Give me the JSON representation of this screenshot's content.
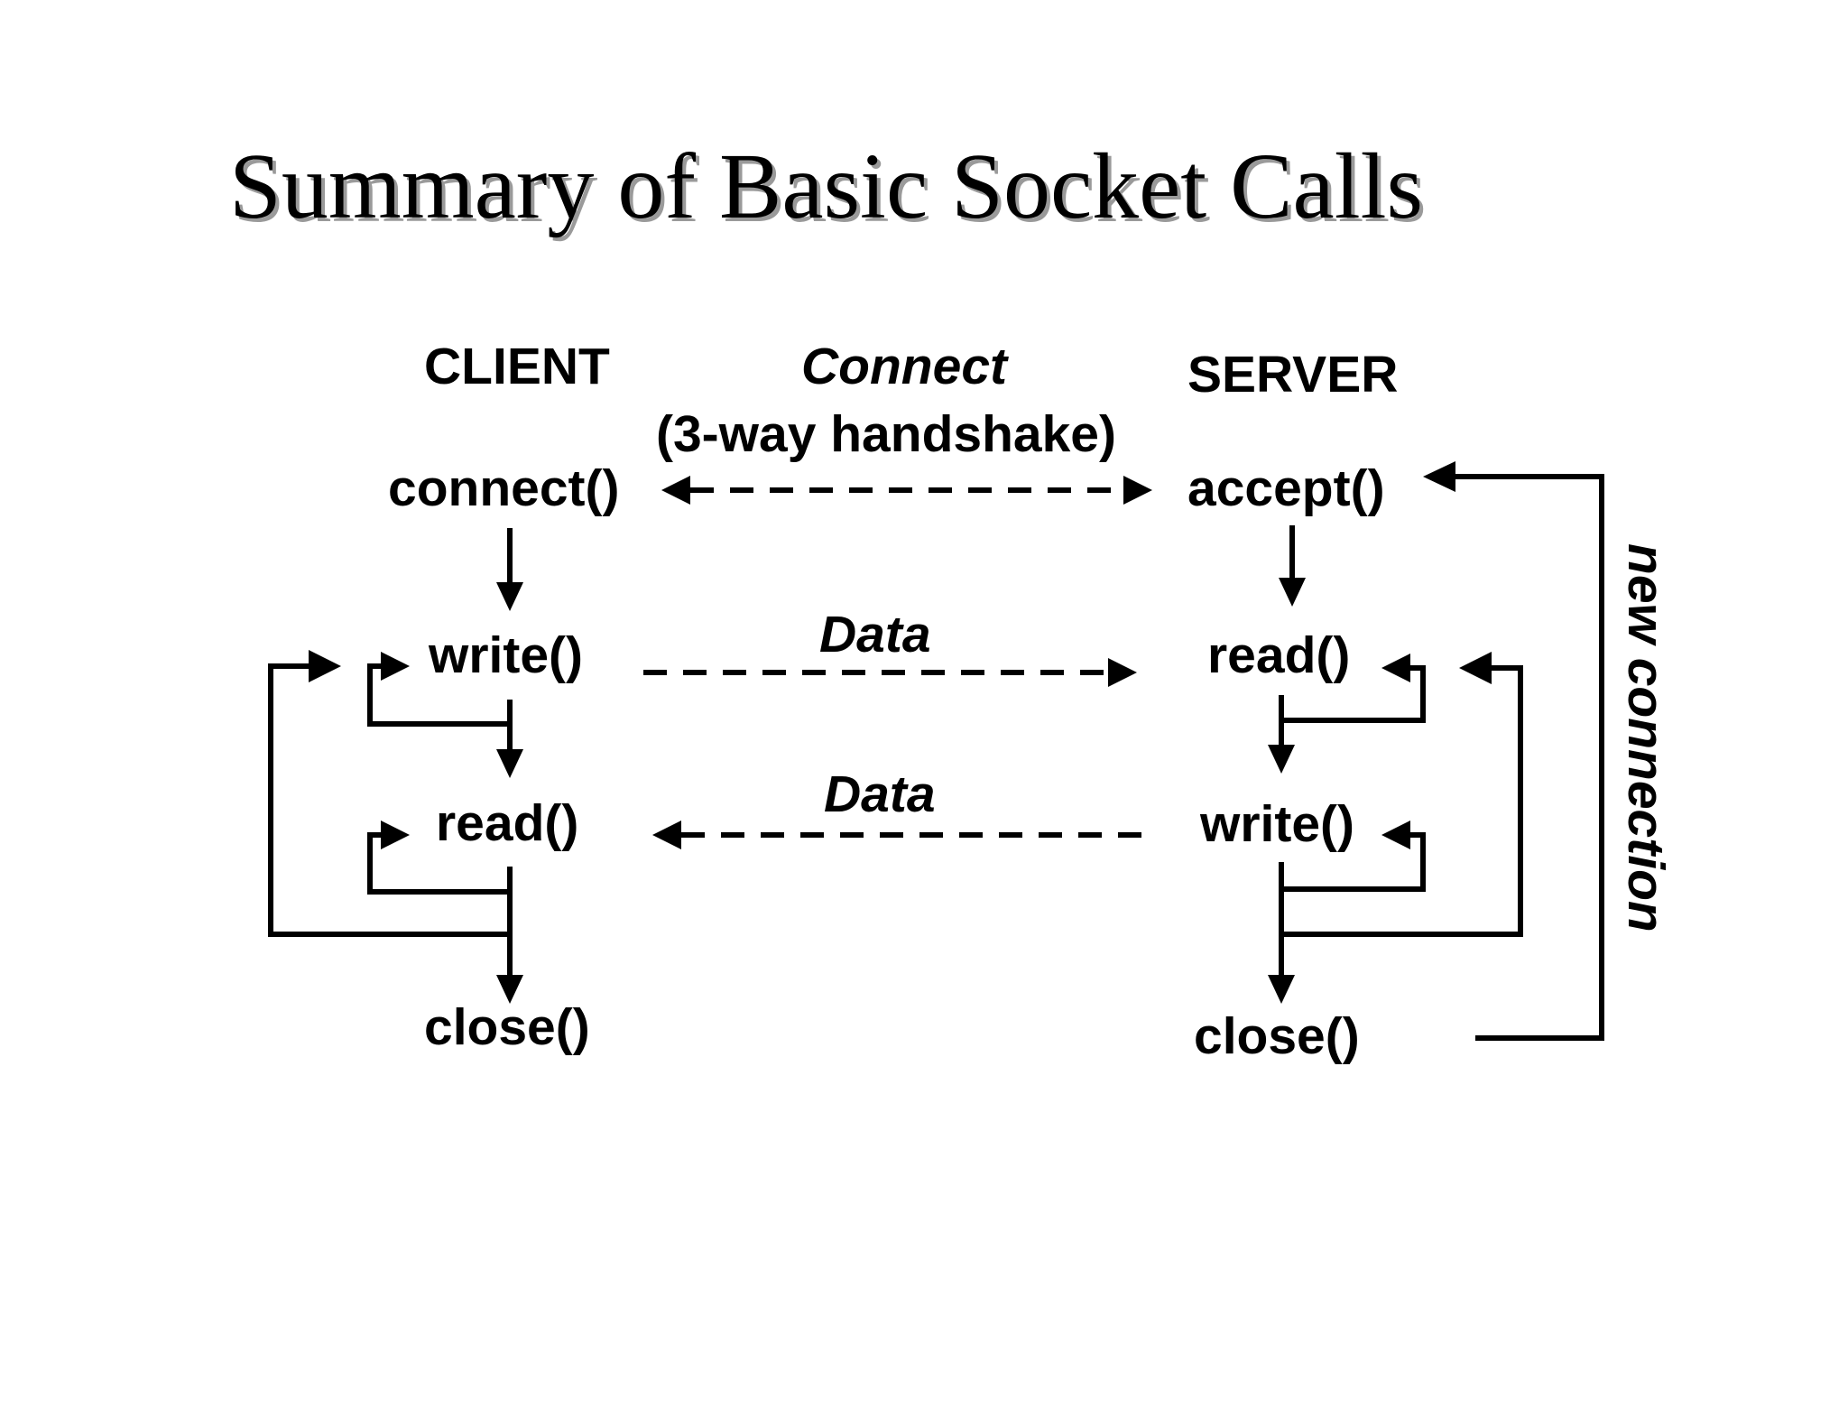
{
  "title": "Summary of Basic Socket Calls",
  "client": {
    "header": "CLIENT",
    "calls": [
      "connect()",
      "write()",
      "read()",
      "close()"
    ]
  },
  "server": {
    "header": "SERVER",
    "calls": [
      "accept()",
      "read()",
      "write()",
      "close()"
    ]
  },
  "exchanges": {
    "connect_label": "Connect",
    "handshake_label": "(3-way handshake)",
    "data_to_server_label": "Data",
    "data_to_client_label": "Data"
  },
  "loop_label": "new connection"
}
